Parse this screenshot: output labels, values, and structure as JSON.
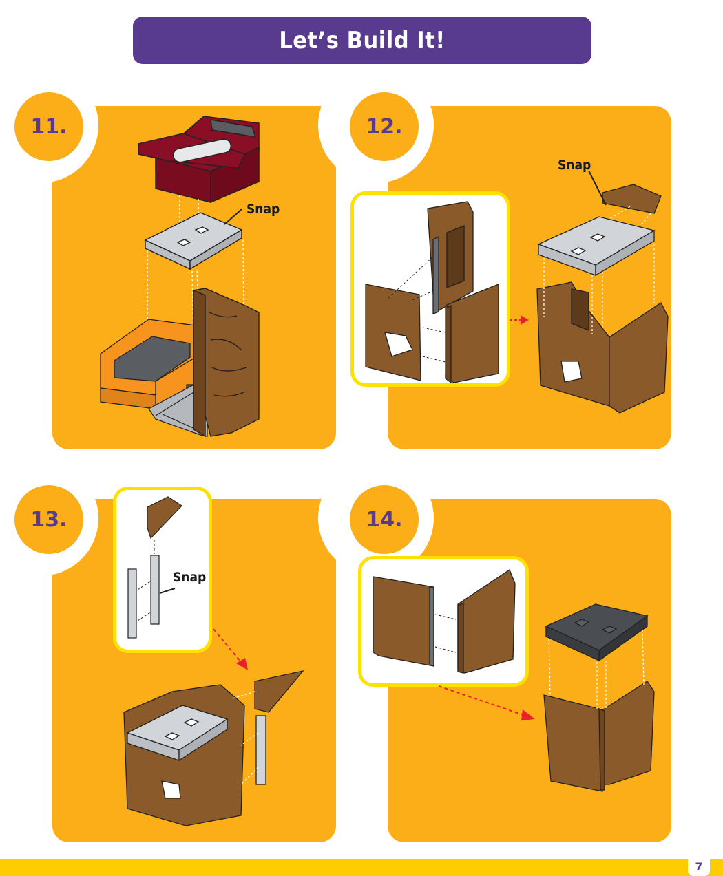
{
  "header": {
    "title": "Let’s Build It!"
  },
  "colors": {
    "purple": "#583a8e",
    "panel_orange": "#fbae17",
    "inset_border": "#ffe100",
    "footer_yellow": "#ffcc00",
    "rock_brown": "#8b5a2b",
    "plate_gray": "#d1d5da",
    "plate_dark": "#4a4d52",
    "dark_red": "#8a0f26",
    "arrow_red": "#e8212a"
  },
  "steps": [
    {
      "number": "11.",
      "label": "Snap"
    },
    {
      "number": "12.",
      "label": "Snap"
    },
    {
      "number": "13.",
      "label": "Snap"
    },
    {
      "number": "14.",
      "label": ""
    }
  ],
  "footer": {
    "page_number": "7"
  }
}
